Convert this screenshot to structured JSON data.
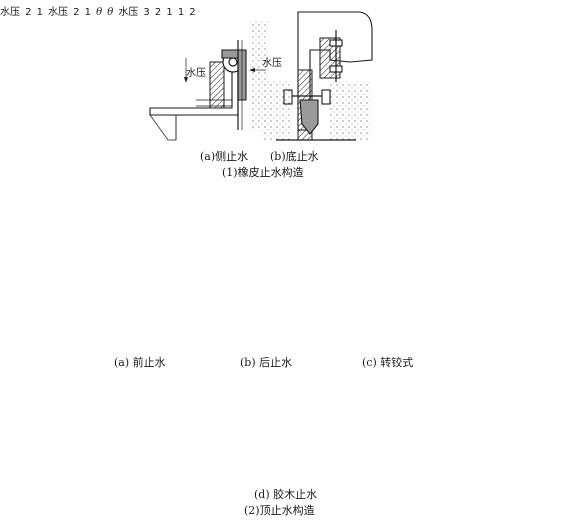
{
  "top_section": {
    "fig_a_label": "(a)侧止水",
    "fig_b_label": "(b)底止水",
    "section_title": "(1)橡皮止水构造",
    "water_pressure_a": "水压",
    "water_pressure_b": "水压"
  },
  "middle_section": {
    "fig_a_label": "(a) 前止水",
    "fig_b_label": "(b) 后止水",
    "fig_c_label": "(c) 转铰式",
    "water_pressure_a": "水压",
    "water_pressure_b": "水压",
    "water_pressure_c": "水压",
    "callout_1": "1",
    "callout_2": "2",
    "callout_3": "3",
    "angle_theta": "θ"
  },
  "bottom_section": {
    "fig_d_label": "(d) 胶木止水",
    "section_title": "(2)顶止水构造",
    "callout_1": "1",
    "callout_2": "2"
  }
}
